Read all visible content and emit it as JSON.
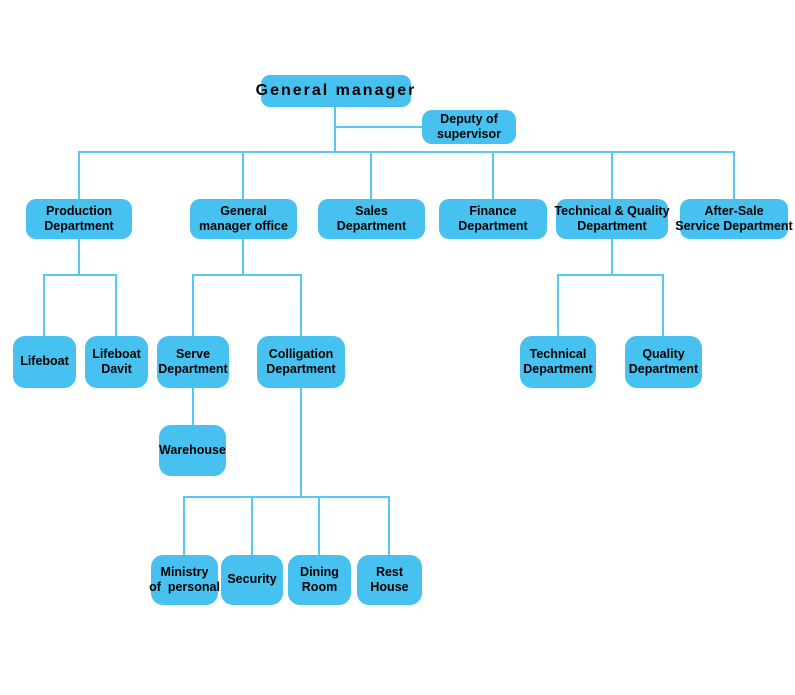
{
  "diagram": {
    "type": "org-chart",
    "background_color": "#ffffff",
    "node_fill": "#46c1f0",
    "line_color": "#55c8f5",
    "text_color": "#000000",
    "nodes": {
      "general_manager": {
        "label": "General manager"
      },
      "deputy_supervisor": {
        "label": "Deputy of\nsupervisor"
      },
      "production": {
        "label": "Production\nDepartment"
      },
      "gm_office": {
        "label": "General\nmanager office"
      },
      "sales": {
        "label": "Sales\nDepartment"
      },
      "finance": {
        "label": "Finance\nDepartment"
      },
      "tech_quality": {
        "label": "Technical & Quality\nDepartment"
      },
      "after_sale": {
        "label": "After-Sale\nService Department"
      },
      "lifeboat": {
        "label": "Lifeboat"
      },
      "lifeboat_davit": {
        "label": "Lifeboat\nDavit"
      },
      "serve": {
        "label": "Serve\nDepartment"
      },
      "colligation": {
        "label": "Colligation\nDepartment"
      },
      "technical": {
        "label": "Technical\nDepartment"
      },
      "quality": {
        "label": "Quality\nDepartment"
      },
      "warehouse": {
        "label": "Warehouse"
      },
      "ministry": {
        "label": "Ministry\nof  personal"
      },
      "security": {
        "label": "Security"
      },
      "dining": {
        "label": "Dining\nRoom"
      },
      "rest_house": {
        "label": "Rest\nHouse"
      }
    },
    "edges": [
      {
        "from": "general_manager",
        "to": "deputy_supervisor"
      },
      {
        "from": "general_manager",
        "to": "production"
      },
      {
        "from": "general_manager",
        "to": "gm_office"
      },
      {
        "from": "general_manager",
        "to": "sales"
      },
      {
        "from": "general_manager",
        "to": "finance"
      },
      {
        "from": "general_manager",
        "to": "tech_quality"
      },
      {
        "from": "general_manager",
        "to": "after_sale"
      },
      {
        "from": "production",
        "to": "lifeboat"
      },
      {
        "from": "production",
        "to": "lifeboat_davit"
      },
      {
        "from": "gm_office",
        "to": "serve"
      },
      {
        "from": "gm_office",
        "to": "colligation"
      },
      {
        "from": "tech_quality",
        "to": "technical"
      },
      {
        "from": "tech_quality",
        "to": "quality"
      },
      {
        "from": "serve",
        "to": "warehouse"
      },
      {
        "from": "colligation",
        "to": "ministry"
      },
      {
        "from": "colligation",
        "to": "security"
      },
      {
        "from": "colligation",
        "to": "dining"
      },
      {
        "from": "colligation",
        "to": "rest_house"
      }
    ]
  }
}
